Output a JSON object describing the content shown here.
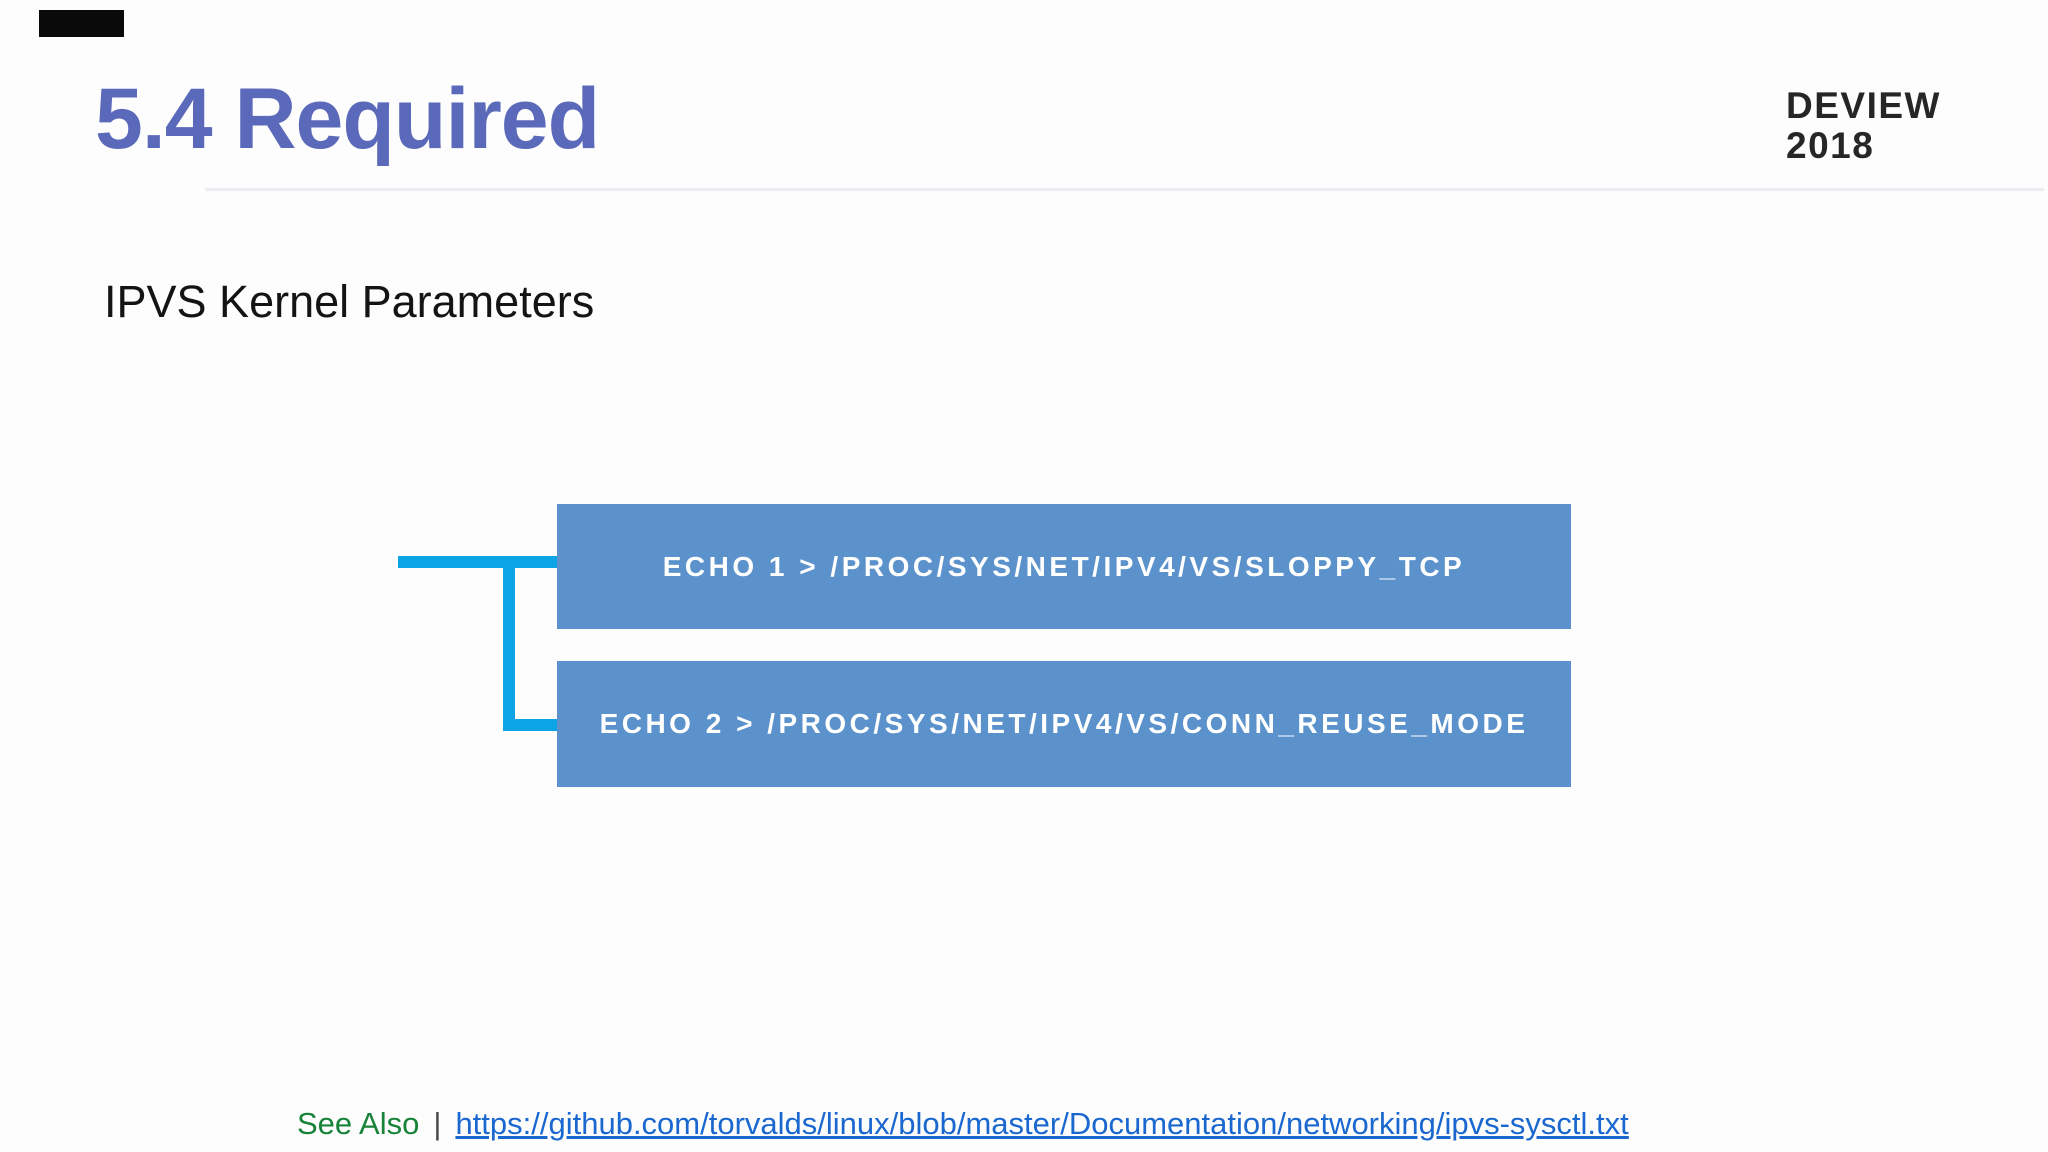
{
  "slide": {
    "title": "5.4 Required",
    "subtitle": "IPVS Kernel Parameters",
    "logo": {
      "line1": "DEVIEW",
      "line2": "2018"
    },
    "diagram": {
      "boxes": [
        {
          "label": "ECHO 1 > /PROC/SYS/NET/IPV4/VS/SLOPPY_TCP"
        },
        {
          "label": "ECHO 2 > /PROC/SYS/NET/IPV4/VS/CONN_REUSE_MODE"
        }
      ],
      "box_color": "#5b92cc",
      "box_text_color": "#ffffff",
      "connector_color": "#0ba4e4"
    },
    "footer": {
      "see_also_label": "See Also",
      "separator": "|",
      "link_text": "https://github.com/torvalds/linux/blob/master/Documentation/networking/ipvs-sysctl.txt",
      "see_also_color": "#178339",
      "link_color": "#1a68cf"
    },
    "colors": {
      "title": "#5b69ba",
      "background": "#fdfdfd",
      "subtitle": "#141414",
      "logo": "#262626"
    }
  }
}
